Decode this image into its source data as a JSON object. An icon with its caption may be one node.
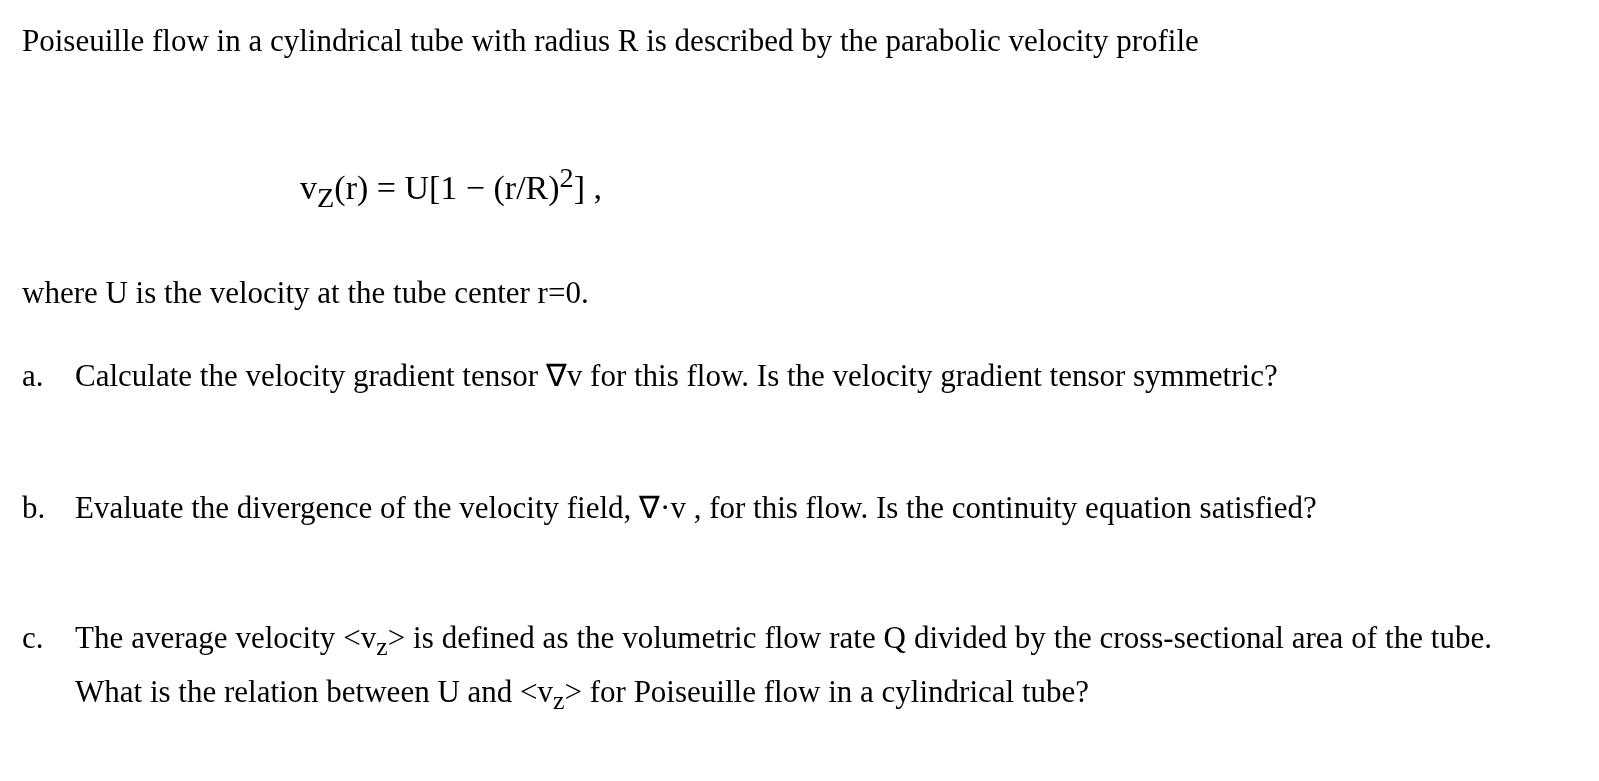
{
  "diagram": {
    "labels": [
      "Poiseuille flow in a cylindrical tube with radius R is described by the parabolic velocity profile",
      "v$_{Z}$(r) = U[1 − (r/R)$^{2}$] ,",
      "where U is the velocity at the tube center r=0.",
      "a.",
      "Calculate the velocity gradient tensor ∇v for this flow.  Is the velocity gradient tensor symmetric?",
      "b.",
      "Evaluate the divergence of the velocity field, ∇·v , for this flow.  Is the continuity equation satisfied?",
      "c.",
      "The average velocity <v$_{z}$> is defined as the volumetric flow rate Q divided by the cross-sectional area of the tube.  What is the relation between U and <v$_{z}$> for Poiseuille flow in a cylindrical tube?"
    ]
  }
}
